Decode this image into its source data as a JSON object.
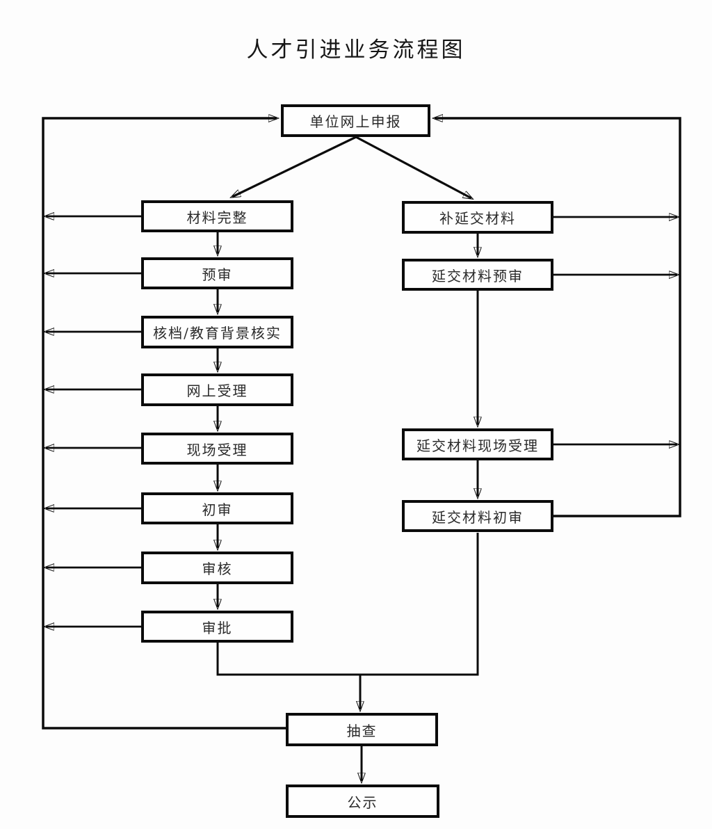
{
  "title": "人才引进业务流程图",
  "colors": {
    "ink": "#0b0b0b",
    "background": "#ffffff"
  },
  "nodes": {
    "declare": "单位网上申报",
    "materials_complete": "材料完整",
    "pre_review": "预审",
    "archive_check": "核档/教育背景核实",
    "online_accept": "网上受理",
    "onsite_accept": "现场受理",
    "initial_review": "初审",
    "review": "审核",
    "approval": "审批",
    "supplement": "补延交材料",
    "deferred_pre_review": "延交材料预审",
    "deferred_onsite_accept": "延交材料现场受理",
    "deferred_initial_review": "延交材料初审",
    "spot_check": "抽查",
    "publicity": "公示"
  },
  "edges": [
    {
      "from": "declare",
      "to": "materials_complete",
      "type": "forward"
    },
    {
      "from": "declare",
      "to": "supplement",
      "type": "forward"
    },
    {
      "from": "materials_complete",
      "to": "pre_review",
      "type": "forward"
    },
    {
      "from": "pre_review",
      "to": "archive_check",
      "type": "forward"
    },
    {
      "from": "archive_check",
      "to": "online_accept",
      "type": "forward"
    },
    {
      "from": "online_accept",
      "to": "onsite_accept",
      "type": "forward"
    },
    {
      "from": "onsite_accept",
      "to": "initial_review",
      "type": "forward"
    },
    {
      "from": "initial_review",
      "to": "review",
      "type": "forward"
    },
    {
      "from": "review",
      "to": "approval",
      "type": "forward"
    },
    {
      "from": "supplement",
      "to": "deferred_pre_review",
      "type": "forward"
    },
    {
      "from": "deferred_pre_review",
      "to": "deferred_onsite_accept",
      "type": "forward"
    },
    {
      "from": "deferred_onsite_accept",
      "to": "deferred_initial_review",
      "type": "forward"
    },
    {
      "from": "approval",
      "to": "spot_check",
      "type": "forward"
    },
    {
      "from": "deferred_initial_review",
      "to": "spot_check",
      "type": "forward"
    },
    {
      "from": "spot_check",
      "to": "publicity",
      "type": "forward"
    },
    {
      "from": "materials_complete",
      "to": "declare",
      "type": "return"
    },
    {
      "from": "pre_review",
      "to": "declare",
      "type": "return"
    },
    {
      "from": "archive_check",
      "to": "declare",
      "type": "return"
    },
    {
      "from": "online_accept",
      "to": "declare",
      "type": "return"
    },
    {
      "from": "onsite_accept",
      "to": "declare",
      "type": "return"
    },
    {
      "from": "initial_review",
      "to": "declare",
      "type": "return"
    },
    {
      "from": "review",
      "to": "declare",
      "type": "return"
    },
    {
      "from": "approval",
      "to": "declare",
      "type": "return"
    },
    {
      "from": "supplement",
      "to": "declare",
      "type": "return"
    },
    {
      "from": "deferred_pre_review",
      "to": "declare",
      "type": "return"
    },
    {
      "from": "deferred_onsite_accept",
      "to": "declare",
      "type": "return"
    },
    {
      "from": "deferred_initial_review",
      "to": "declare",
      "type": "return"
    },
    {
      "from": "spot_check",
      "to": "declare",
      "type": "return"
    }
  ]
}
